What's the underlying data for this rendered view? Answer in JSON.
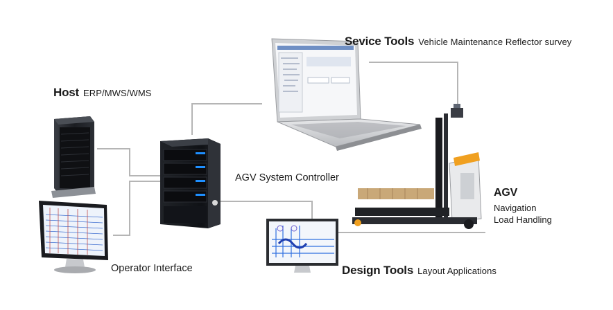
{
  "labels": {
    "host": {
      "title": "Host",
      "subtitle": "ERP/MWS/WMS"
    },
    "service_tools": {
      "title": "Sevice Tools",
      "subtitle": "Vehicle Maintenance Reflector survey"
    },
    "agv_system_controller": "AGV System Controller",
    "agv": {
      "title": "AGV",
      "features": [
        "Navigation",
        "Load Handling"
      ]
    },
    "operator_interface": "Operator Interface",
    "design_tools": {
      "title": "Design Tools",
      "subtitle": "Layout Applications"
    }
  },
  "colors": {
    "connector": "#b5b5b5",
    "server_body": "#16181d",
    "server_led": "#1e8fff",
    "agv_accent": "#f0a020",
    "pallet": "#c9a878"
  },
  "icons": [
    "host-server-icon",
    "controller-server-icon",
    "laptop-icon",
    "operator-monitor-icon",
    "design-monitor-icon",
    "agv-forklift-icon"
  ]
}
